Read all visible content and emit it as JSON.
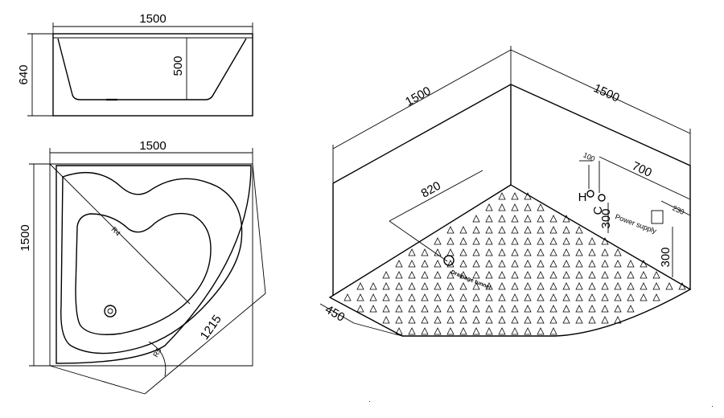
{
  "front_view": {
    "width_label": "1500",
    "height_label": "640",
    "depth_label": "500"
  },
  "top_view": {
    "width_label": "1500",
    "height_label": "1500",
    "diagonal_label": "1215",
    "inner_diag_label": "R4",
    "corner_label": "R5"
  },
  "installation_view": {
    "left_wall_label": "1500",
    "right_wall_label": "1500",
    "depth_label": "820",
    "front_label": "450",
    "offset_100_label": "100",
    "offset_700_label": "700",
    "offset_230_label": "230",
    "height_300a_label": "300",
    "height_300b_label": "300",
    "hot_label": "H",
    "cold_label": "C",
    "power_label": "Power supply",
    "drain_label": "Drainage tunnel"
  }
}
